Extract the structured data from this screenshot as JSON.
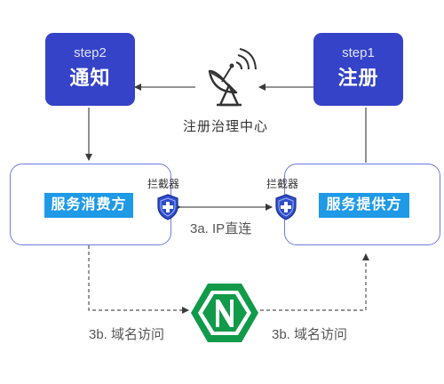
{
  "step2": {
    "small": "step2",
    "big": "通知"
  },
  "step1": {
    "small": "step1",
    "big": "注册"
  },
  "registry": {
    "label": "注册治理中心",
    "icon": "satellite-dish-icon"
  },
  "consumer": {
    "label": "服务消费方"
  },
  "provider": {
    "label": "服务提供方"
  },
  "interceptor_left": {
    "label": "拦截器",
    "icon": "shield-plus-icon"
  },
  "interceptor_right": {
    "label": "拦截器",
    "icon": "shield-plus-icon"
  },
  "direct": {
    "label": "3a. IP直连"
  },
  "domain_left": {
    "label": "3b. 域名访问"
  },
  "domain_right": {
    "label": "3b. 域名访问"
  },
  "nginx": {
    "icon": "nginx-logo-icon"
  },
  "colors": {
    "step_blue": "#3543c8",
    "service_blue": "#1f9ae6",
    "nginx_green": "#109a49",
    "shield_blue": "#2f4ec8"
  }
}
